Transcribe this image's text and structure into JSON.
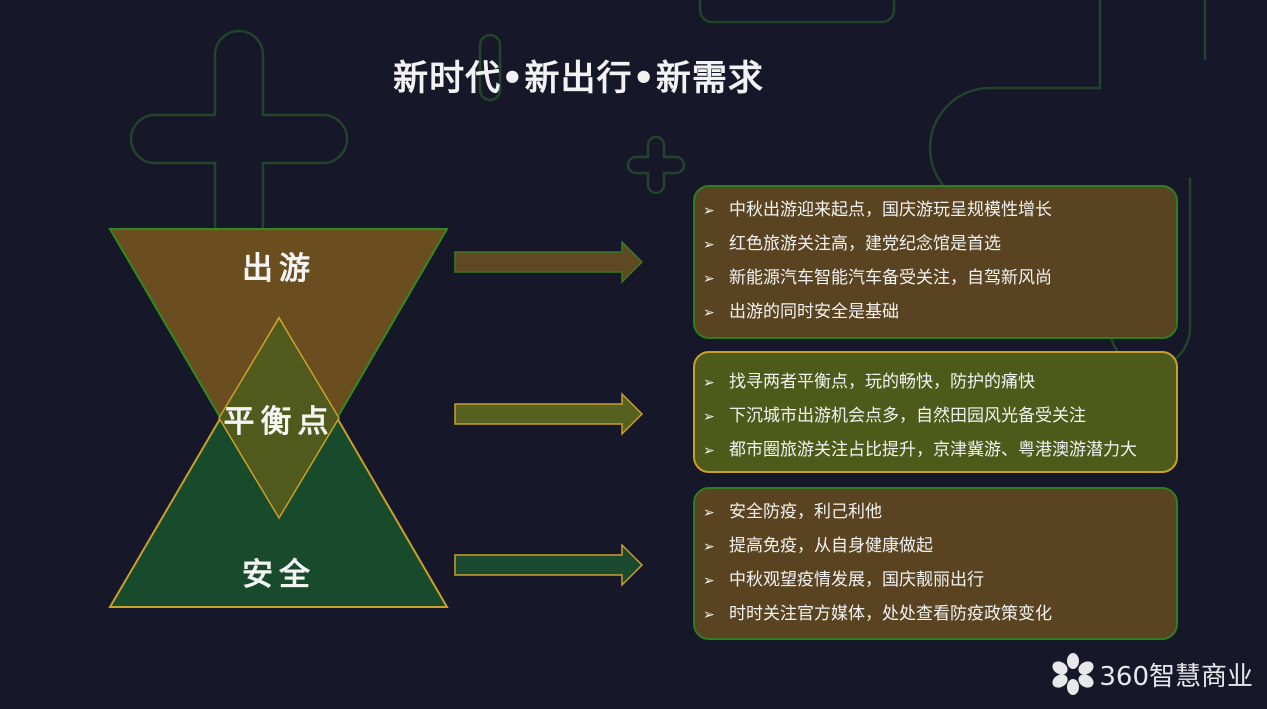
{
  "title": "新时代•新出行•新需求",
  "diagram": {
    "top_label": "出游",
    "middle_label": "平衡点",
    "bottom_label": "安全"
  },
  "boxes": [
    {
      "items": [
        "中秋出游迎来起点，国庆游玩呈规模性增长",
        "红色旅游关注高，建党纪念馆是首选",
        "新能源汽车智能汽车备受关注，自驾新风尚",
        "出游的同时安全是基础"
      ]
    },
    {
      "items": [
        "找寻两者平衡点，玩的畅快，防护的痛快",
        "下沉城市出游机会点多，自然田园风光备受关注",
        "都市圈旅游关注占比提升，京津冀游、粤港澳游潜力大"
      ]
    },
    {
      "items": [
        "安全防疫，利己利他",
        "提高免疫，从自身健康做起",
        "中秋观望疫情发展，国庆靓丽出行",
        "时时关注官方媒体，处处查看防疫政策变化"
      ]
    }
  ],
  "logo": {
    "text": "360智慧商业"
  },
  "colors": {
    "background": "#17172a",
    "top_triangle": "#6b4e1f",
    "bottom_triangle": "#184a2c",
    "diamond": "#4f5a1c",
    "arrow_brown": "#5e4922",
    "arrow_olive": "#56611f",
    "arrow_green": "#1b4a30"
  }
}
